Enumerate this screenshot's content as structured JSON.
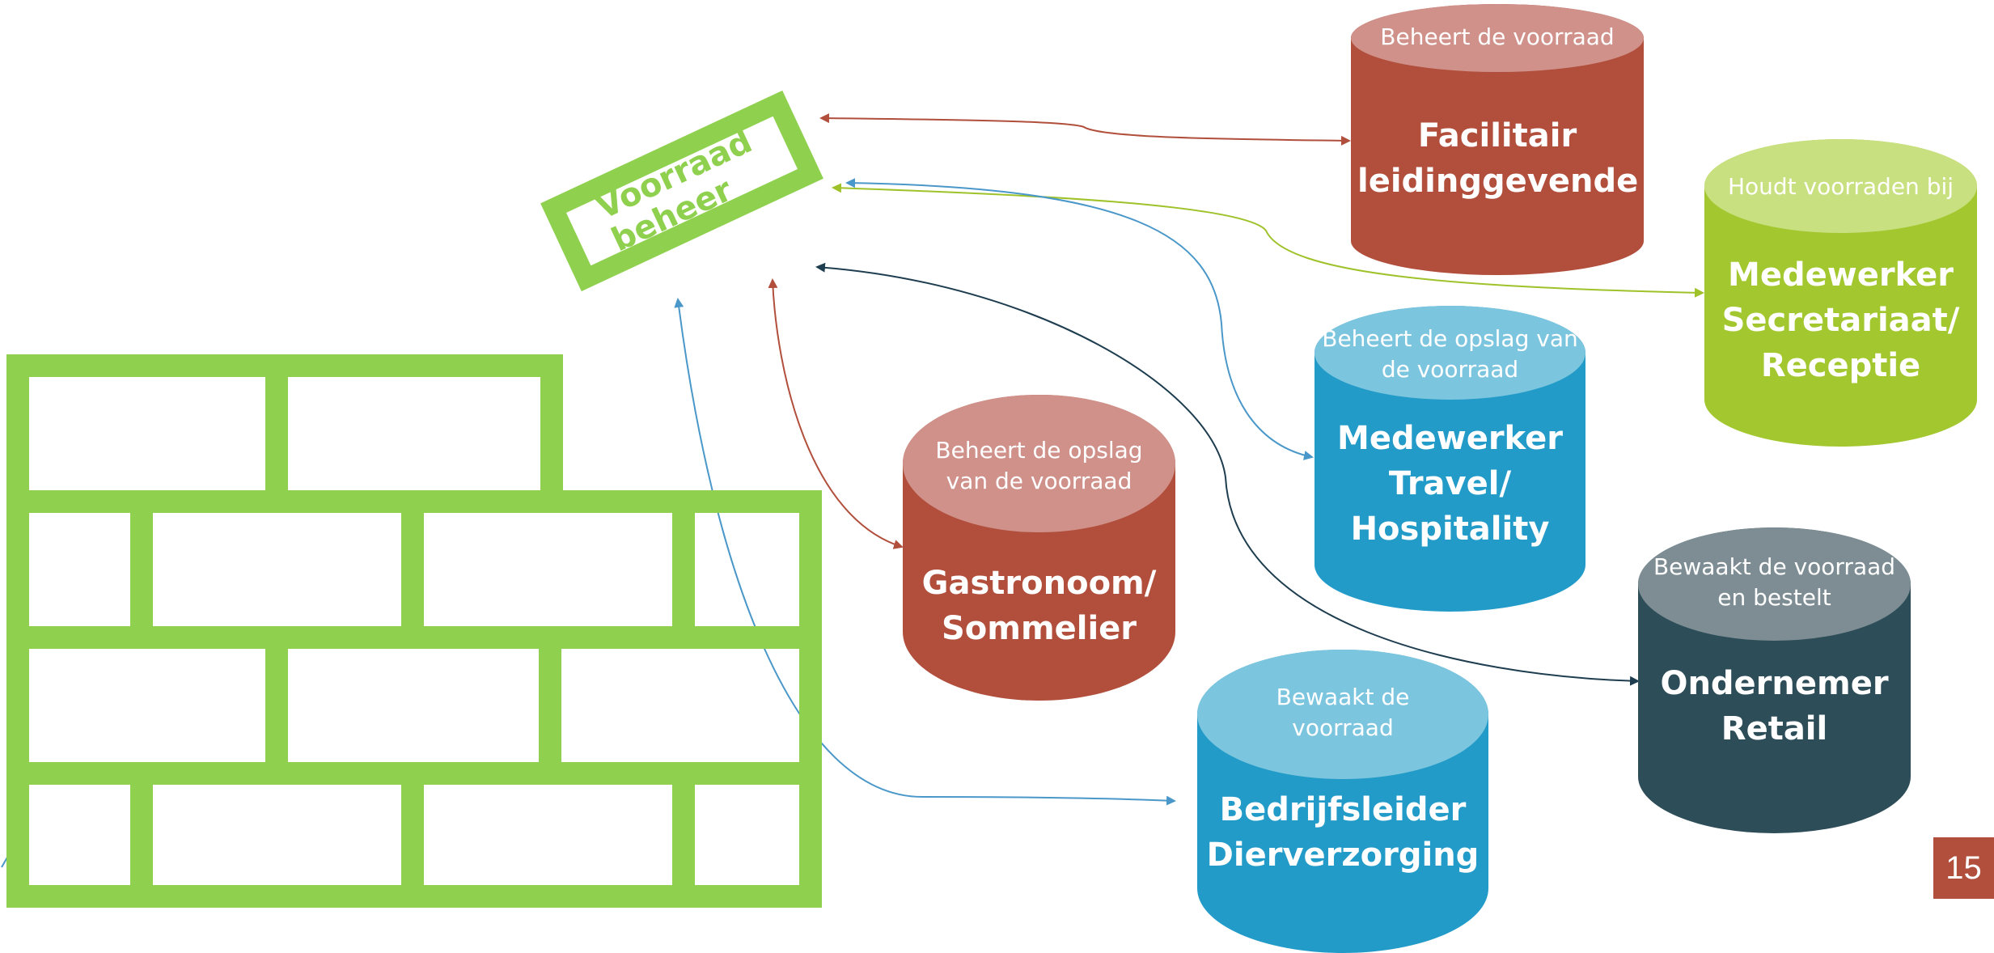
{
  "colors": {
    "wall_green": "#8fd14f",
    "red_dark": "#b14f3c",
    "red_light": "#cf918a",
    "blue_dark": "#239bc8",
    "blue_light": "#7cc5df",
    "lime_dark": "#a3c72f",
    "lime_light": "#c8e07f",
    "teal_dark": "#2d4d58",
    "teal_light": "#7d8d93",
    "arrow_red": "#b14f3c",
    "arrow_blue": "#4a97c9",
    "arrow_lime": "#9fc22a",
    "arrow_navy": "#1e3d4f"
  },
  "center": {
    "label": "Voorraad\nbeheer"
  },
  "roles": [
    {
      "id": "facilitair",
      "cap": "Beheert de voorraad",
      "name": "Facilitair leidinggevende",
      "scheme": "red"
    },
    {
      "id": "secretariaat",
      "cap": "Houdt voorraden bij",
      "name": "Medewerker Secretariaat/ Receptie",
      "scheme": "lime"
    },
    {
      "id": "travel",
      "cap": "Beheert de opslag van de voorraad",
      "name": "Medewerker Travel/ Hospitality",
      "scheme": "blue"
    },
    {
      "id": "gastronoom",
      "cap": "Beheert de opslag van de voorraad",
      "name": "Gastronoom/ Sommelier",
      "scheme": "red"
    },
    {
      "id": "retail",
      "cap": "Bewaakt de voorraad en bestelt",
      "name": "Ondernemer Retail",
      "scheme": "teal"
    },
    {
      "id": "dierverzorging",
      "cap": "Bewaakt de voorraad",
      "name": "Bedrijfsleider Dierverzorging",
      "scheme": "blue"
    }
  ],
  "page_number": "15"
}
